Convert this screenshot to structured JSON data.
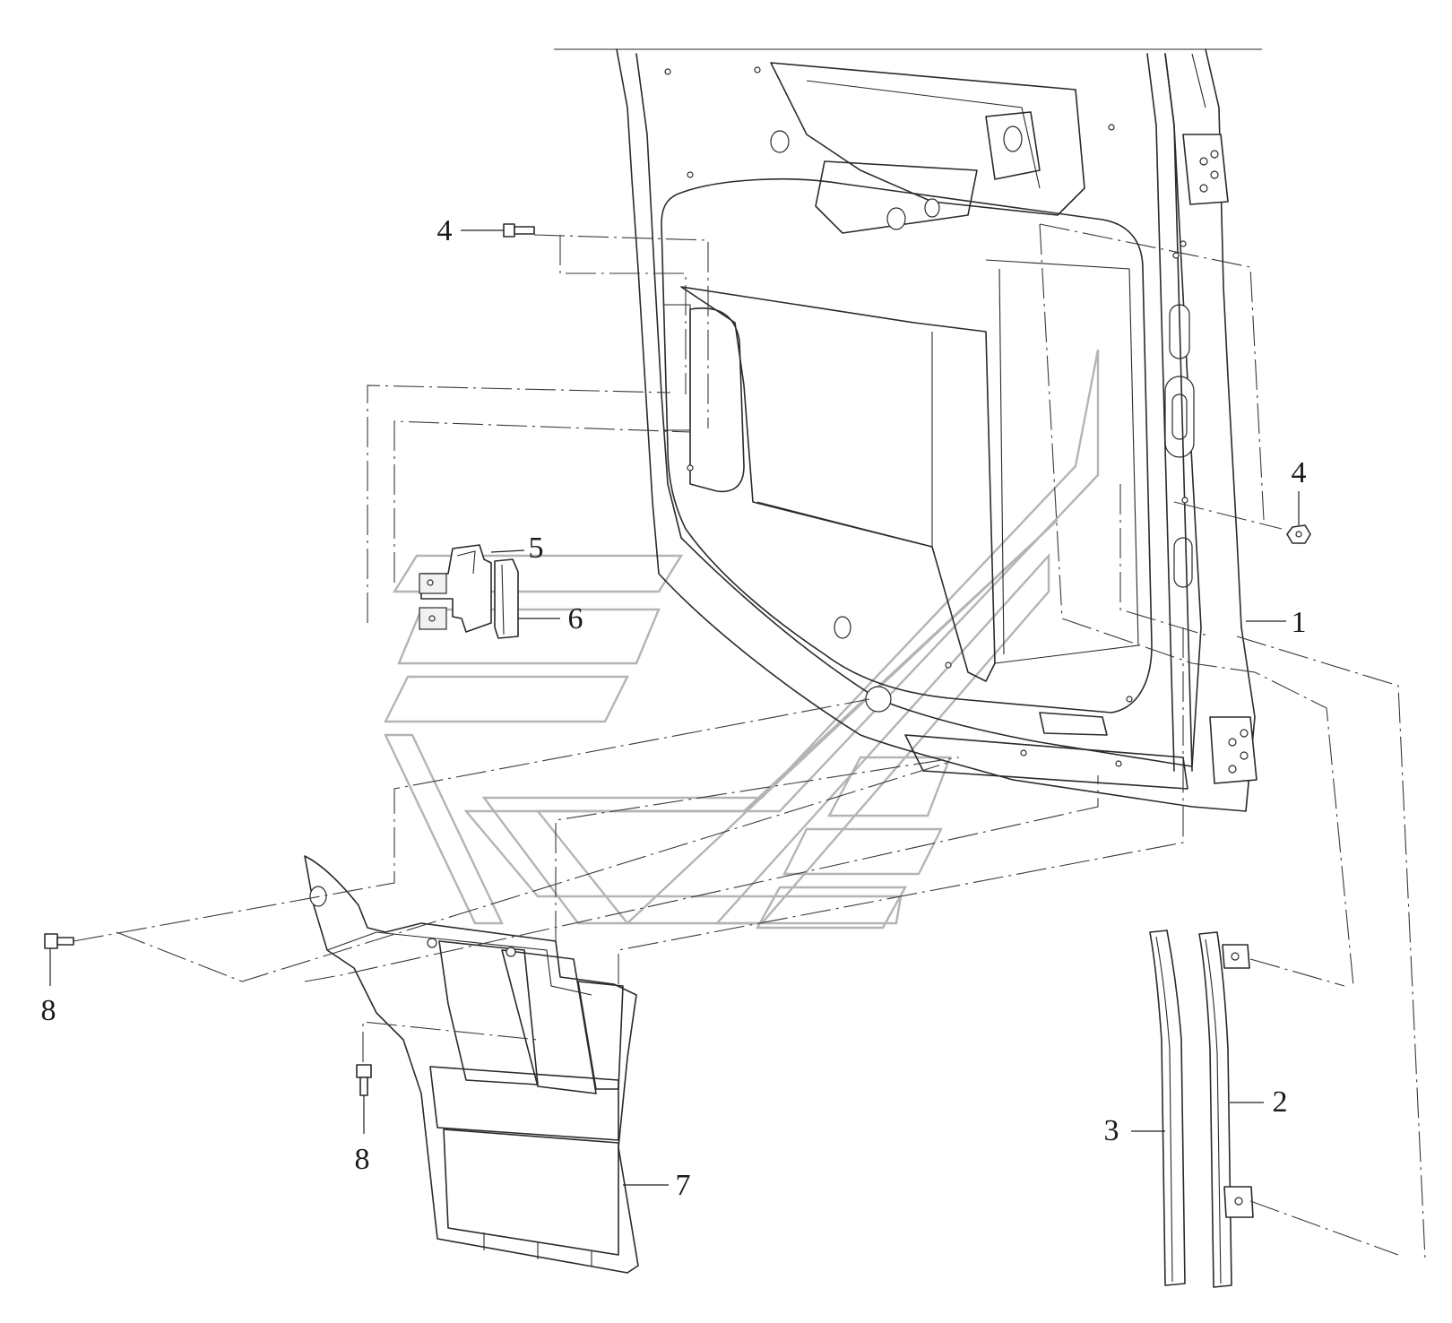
{
  "callouts": [
    {
      "id": "c1",
      "label": "1"
    },
    {
      "id": "c2",
      "label": "2"
    },
    {
      "id": "c3",
      "label": "3"
    },
    {
      "id": "c4a",
      "label": "4"
    },
    {
      "id": "c4b",
      "label": "4"
    },
    {
      "id": "c5",
      "label": "5"
    },
    {
      "id": "c6",
      "label": "6"
    },
    {
      "id": "c7",
      "label": "7"
    },
    {
      "id": "c8a",
      "label": "8"
    },
    {
      "id": "c8b",
      "label": "8"
    }
  ],
  "colors": {
    "line": "#2a2a2a",
    "watermark": "#b4b4b4",
    "background": "#ffffff"
  }
}
